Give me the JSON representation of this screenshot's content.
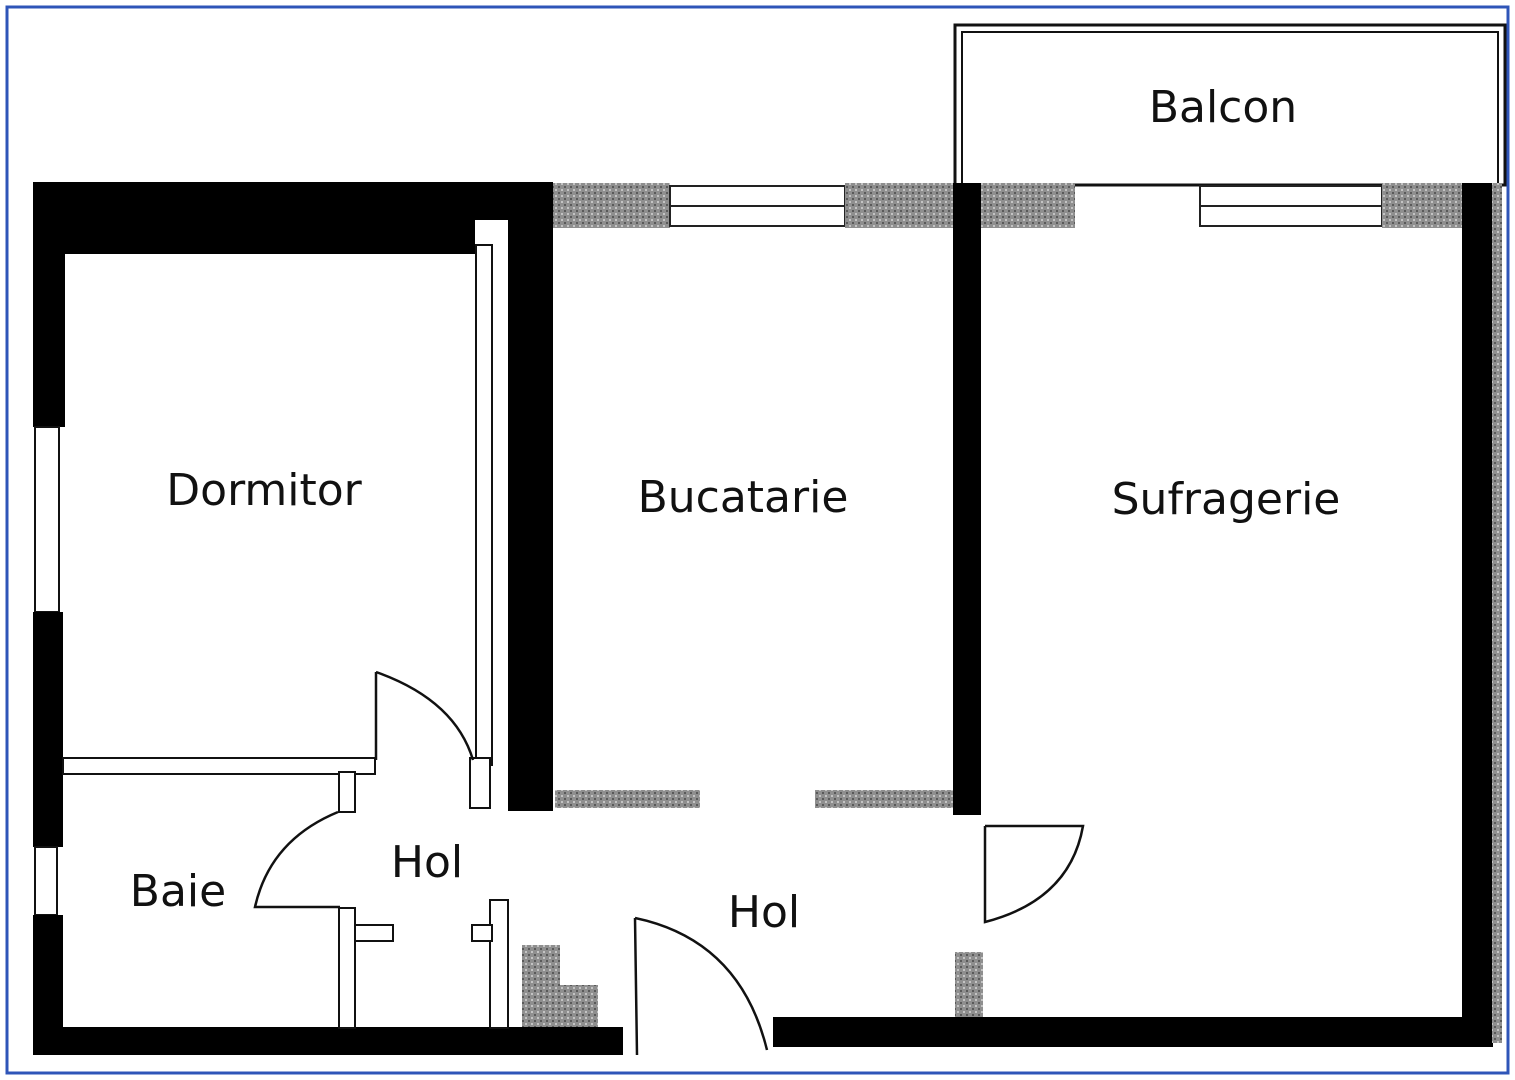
{
  "frame": {
    "border_color": "#2f55b8"
  },
  "colors": {
    "wall": "#000000",
    "wall_hatched": "#8a8a8a",
    "window": "#ffffff",
    "label": "#111111",
    "background": "#ffffff"
  },
  "rooms": {
    "balcon": "Balcon",
    "dormitor": "Dormitor",
    "bucatarie": "Bucatarie",
    "sufragerie": "Sufragerie",
    "baie": "Baie",
    "hol_small": "Hol",
    "hol_main": "Hol"
  },
  "icons": {
    "door": "door-swing-icon",
    "window": "window-icon"
  }
}
